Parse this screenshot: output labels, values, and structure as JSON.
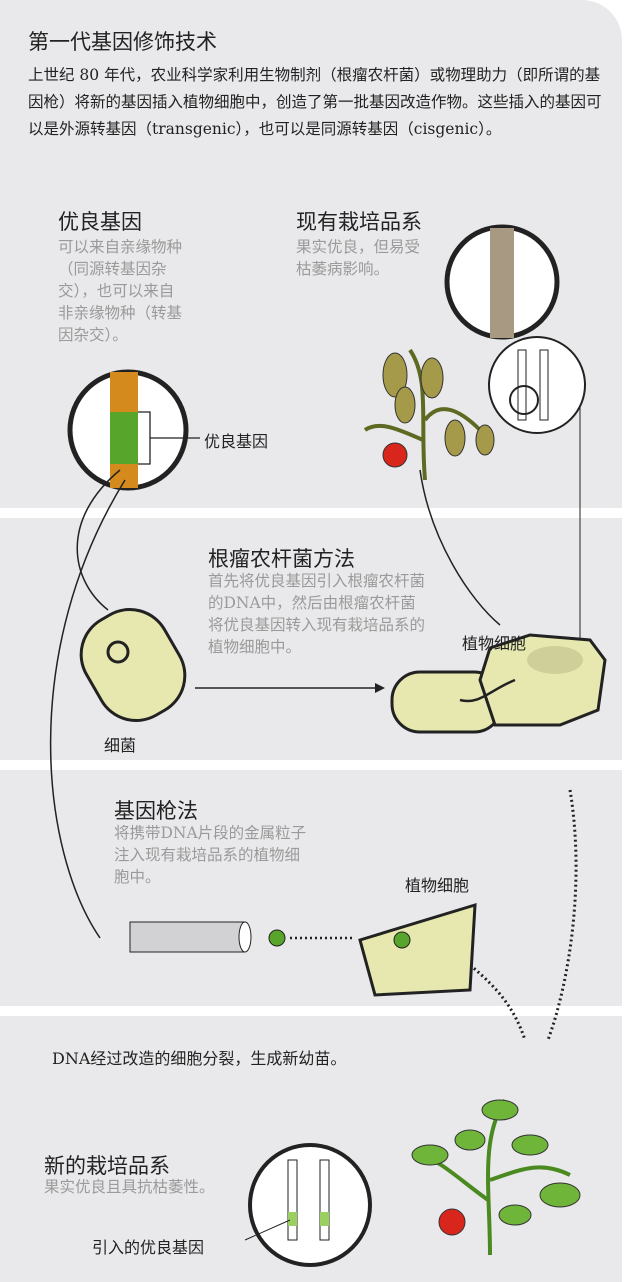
{
  "title": "第一代基因修饰技术",
  "intro": "上世纪 80 年代，农业科学家利用生物制剂（根瘤农杆菌）或物理助力（即所谓的基因枪）将新的基因插入植物细胞中，创造了第一批基因改造作物。这些插入的基因可以是外源转基因（transgenic），也可以是同源转基因（cisgenic）。",
  "good_gene": {
    "heading": "优良基因",
    "desc": "可以来自亲缘物种（同源转基因杂交），也可以来自非亲缘物种（转基因杂交）。",
    "callout": "优良基因"
  },
  "existing": {
    "heading": "现有栽培品系",
    "desc": "果实优良，但易受枯萎病影响。"
  },
  "agro": {
    "heading": "根瘤农杆菌方法",
    "desc": "首先将优良基因引入根瘤农杆菌的DNA中，然后由根瘤农杆菌将优良基因转入现有栽培品系的植物细胞中。",
    "bacteria": "细菌",
    "plant_cell": "植物细胞"
  },
  "gun": {
    "heading": "基因枪法",
    "desc": "将携带DNA片段的金属粒子注入现有栽培品系的植物细胞中。",
    "plant_cell": "植物细胞"
  },
  "division": "DNA经过改造的细胞分裂，生成新幼苗。",
  "new_line": {
    "heading": "新的栽培品系",
    "desc": "果实优良且具抗枯萎性。",
    "callout": "引入的优良基因"
  },
  "colors": {
    "panel": "#e9e9eb",
    "cell": "#e6e8b0",
    "leaf_green": "#6fb53a",
    "wilted": "#a59a4a",
    "tomato": "#d8261c",
    "gene_orange": "#d48a1c",
    "gene_green": "#58a52c"
  }
}
